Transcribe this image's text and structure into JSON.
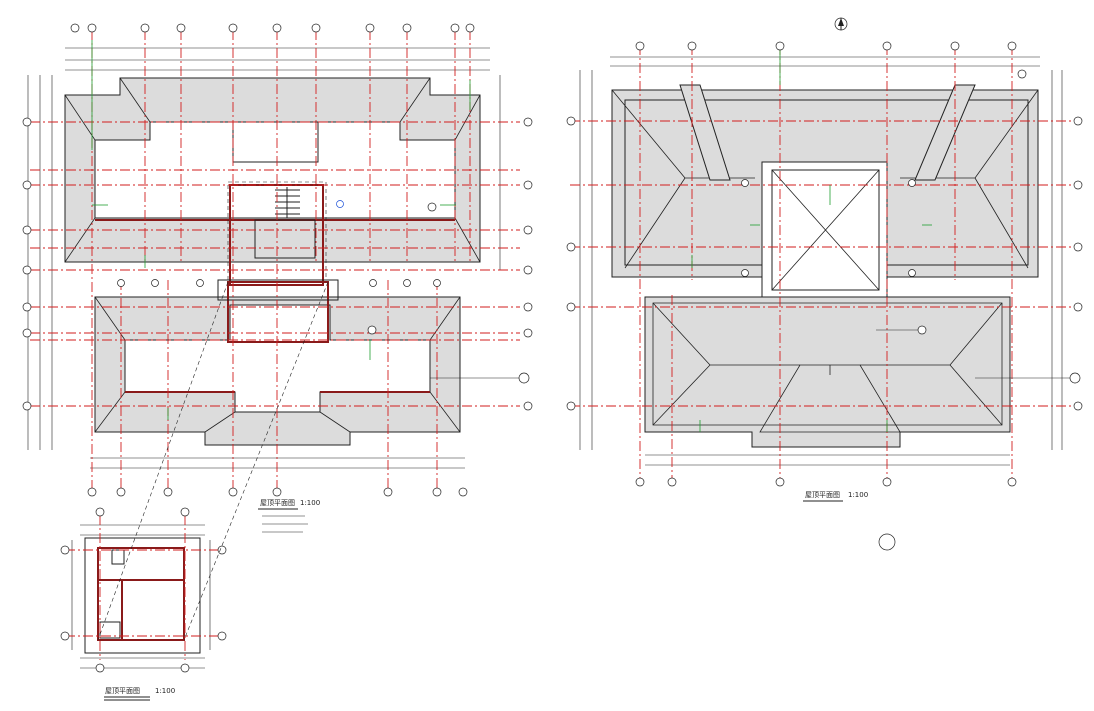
{
  "drawing": {
    "plans": [
      {
        "title": "屋顶平面图",
        "scale": "1:100"
      },
      {
        "title": "屋顶平面图",
        "scale": "1:100"
      },
      {
        "title": "屋顶平面图",
        "scale": "1:100"
      }
    ],
    "colors": {
      "axis": "#d21e1e",
      "wall": "#8a1a1a",
      "roof_fill": "#dcdcdc",
      "marker": "#1f9e2f",
      "line": "#222222"
    },
    "icons": [
      "north-arrow-icon",
      "axis-bubble-icon",
      "section-circle-icon"
    ]
  }
}
